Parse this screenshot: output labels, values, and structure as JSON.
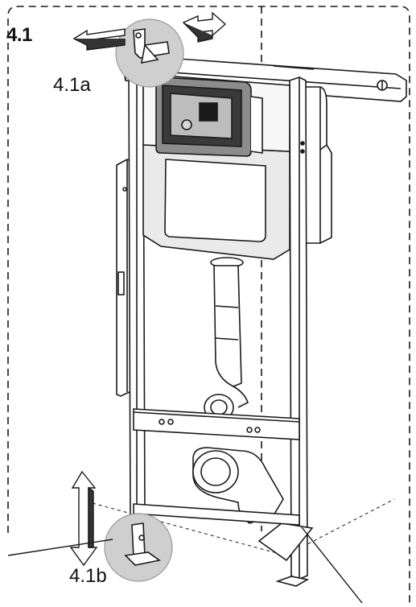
{
  "figure": {
    "step_label": "4.1",
    "callout_top": "4.1a",
    "callout_bottom": "4.1b"
  },
  "colors": {
    "line": "#1a1a1a",
    "frame_fill": "#ffffff",
    "panel_fill": "#f3f3f3",
    "cistern_fill": "#eaeaea",
    "magnifier_fill": "#cfcfcf",
    "control_box_fill": "#8c8c8c",
    "control_box_dark": "#3a3a3a"
  },
  "icons": {
    "adjust_horizontal": "double-arrow-horizontal-icon",
    "adjust_vertical": "double-arrow-vertical-icon"
  }
}
